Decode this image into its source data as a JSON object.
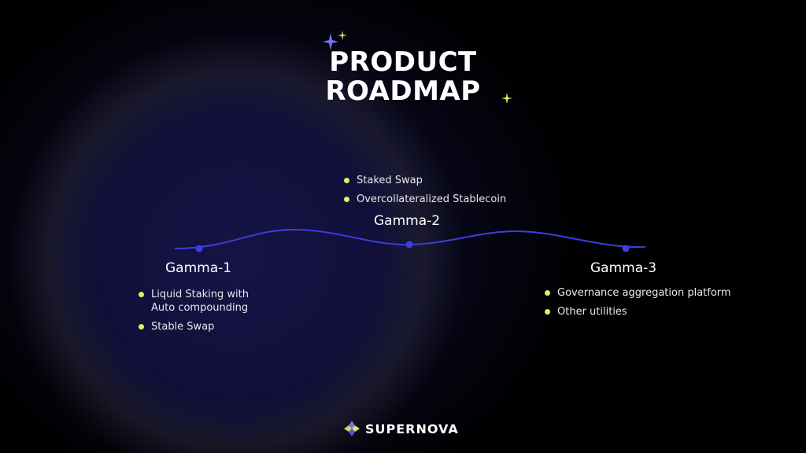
{
  "title": {
    "line1": "PRODUCT",
    "line2": "ROADMAP"
  },
  "phases": [
    {
      "name": "Gamma-1",
      "items": [
        "Liquid Staking with Auto compounding",
        "Stable Swap"
      ]
    },
    {
      "name": "Gamma-2",
      "items": [
        "Staked Swap",
        "Overcollateralized Stablecoin"
      ]
    },
    {
      "name": "Gamma-3",
      "items": [
        "Governance aggregation platform",
        "Other utilities"
      ]
    }
  ],
  "brand": {
    "name": "SUPERNOVA"
  },
  "colors": {
    "accent": "#3d3de0",
    "bullet": "#e4f06a",
    "sparkle_purple": "#7b6cf0",
    "sparkle_yellow": "#d8e86a"
  },
  "icons": [
    "sparkle-icon",
    "supernova-logo-icon"
  ]
}
